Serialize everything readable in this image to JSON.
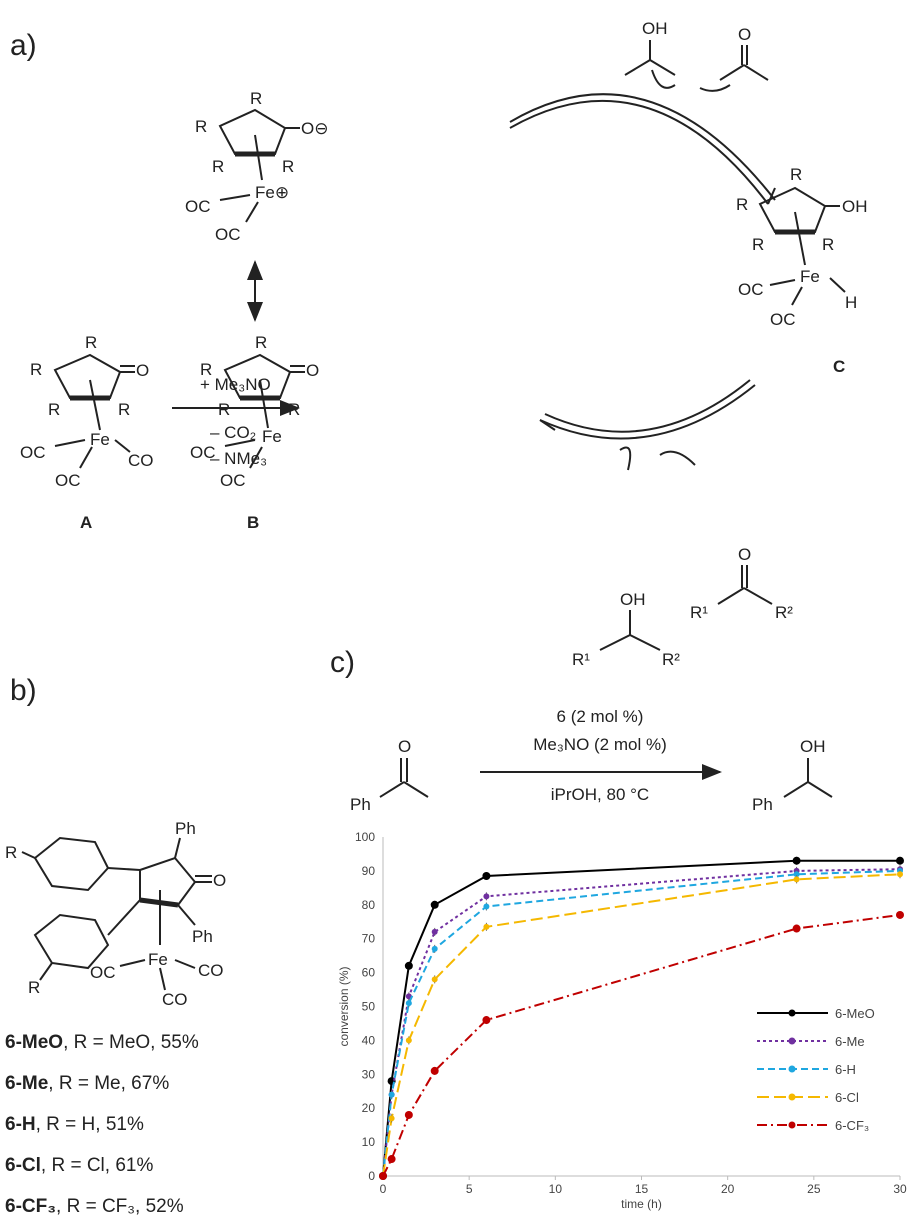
{
  "panels": {
    "a": "a)",
    "b": "b)",
    "c": "c)"
  },
  "atoms": {
    "R": "R",
    "O": "O",
    "Fe": "Fe",
    "OC": "OC",
    "CO": "CO",
    "OH": "OH",
    "H": "H",
    "Ph": "Ph",
    "O_minus": "O⊖",
    "Fe_plus": "Fe⊕",
    "R1": "R¹",
    "R2": "R²"
  },
  "scheme_a": {
    "label_A": "A",
    "label_B": "B",
    "label_C": "C",
    "reagent": "+ Me₃NO",
    "byproduct1": "– CO₂",
    "byproduct2": "– NMe₃"
  },
  "scheme_c": {
    "catalyst": "6 (2 mol %)",
    "additive": "Me₃NO (2 mol %)",
    "conditions": "iPrOH, 80 °C"
  },
  "compounds": [
    {
      "name": "6-MeO",
      "desc": ", R = MeO, 55%"
    },
    {
      "name": "6-Me",
      "desc": ", R = Me, 67%"
    },
    {
      "name": "6-H",
      "desc": ", R = H, 51%"
    },
    {
      "name": "6-Cl",
      "desc": ", R = Cl, 61%"
    },
    {
      "name": "6-CF₃",
      "desc": ", R = CF₃, 52%"
    }
  ],
  "chart_data": {
    "type": "line",
    "title": "",
    "xlabel": "time (h)",
    "ylabel": "conversion (%)",
    "xlim": [
      0,
      30
    ],
    "ylim": [
      0,
      100
    ],
    "xticks": [
      0,
      5,
      10,
      15,
      20,
      25,
      30
    ],
    "yticks": [
      0,
      10,
      20,
      30,
      40,
      50,
      60,
      70,
      80,
      90,
      100
    ],
    "legend_position": "bottom-right",
    "x": [
      0,
      0.5,
      1.5,
      3,
      6,
      24,
      30
    ],
    "series": [
      {
        "name": "6-MeO",
        "color": "#000000",
        "dash": "",
        "values": [
          0,
          28,
          62,
          80,
          88.5,
          93,
          93
        ]
      },
      {
        "name": "6-Me",
        "color": "#7030a0",
        "dash": "3,3",
        "values": [
          0,
          24,
          53,
          72,
          82.5,
          90,
          90.5
        ]
      },
      {
        "name": "6-H",
        "color": "#1fa7e0",
        "dash": "7,4",
        "values": [
          0,
          24,
          51,
          67,
          79.5,
          89,
          90
        ]
      },
      {
        "name": "6-Cl",
        "color": "#f5b800",
        "dash": "12,5",
        "values": [
          0,
          17,
          40,
          58,
          73.5,
          87.5,
          89
        ]
      },
      {
        "name": "6-CF₃",
        "color": "#c00000",
        "dash": "10,4,2,4",
        "values": [
          0,
          5,
          18,
          31,
          46,
          73,
          77
        ]
      }
    ]
  }
}
